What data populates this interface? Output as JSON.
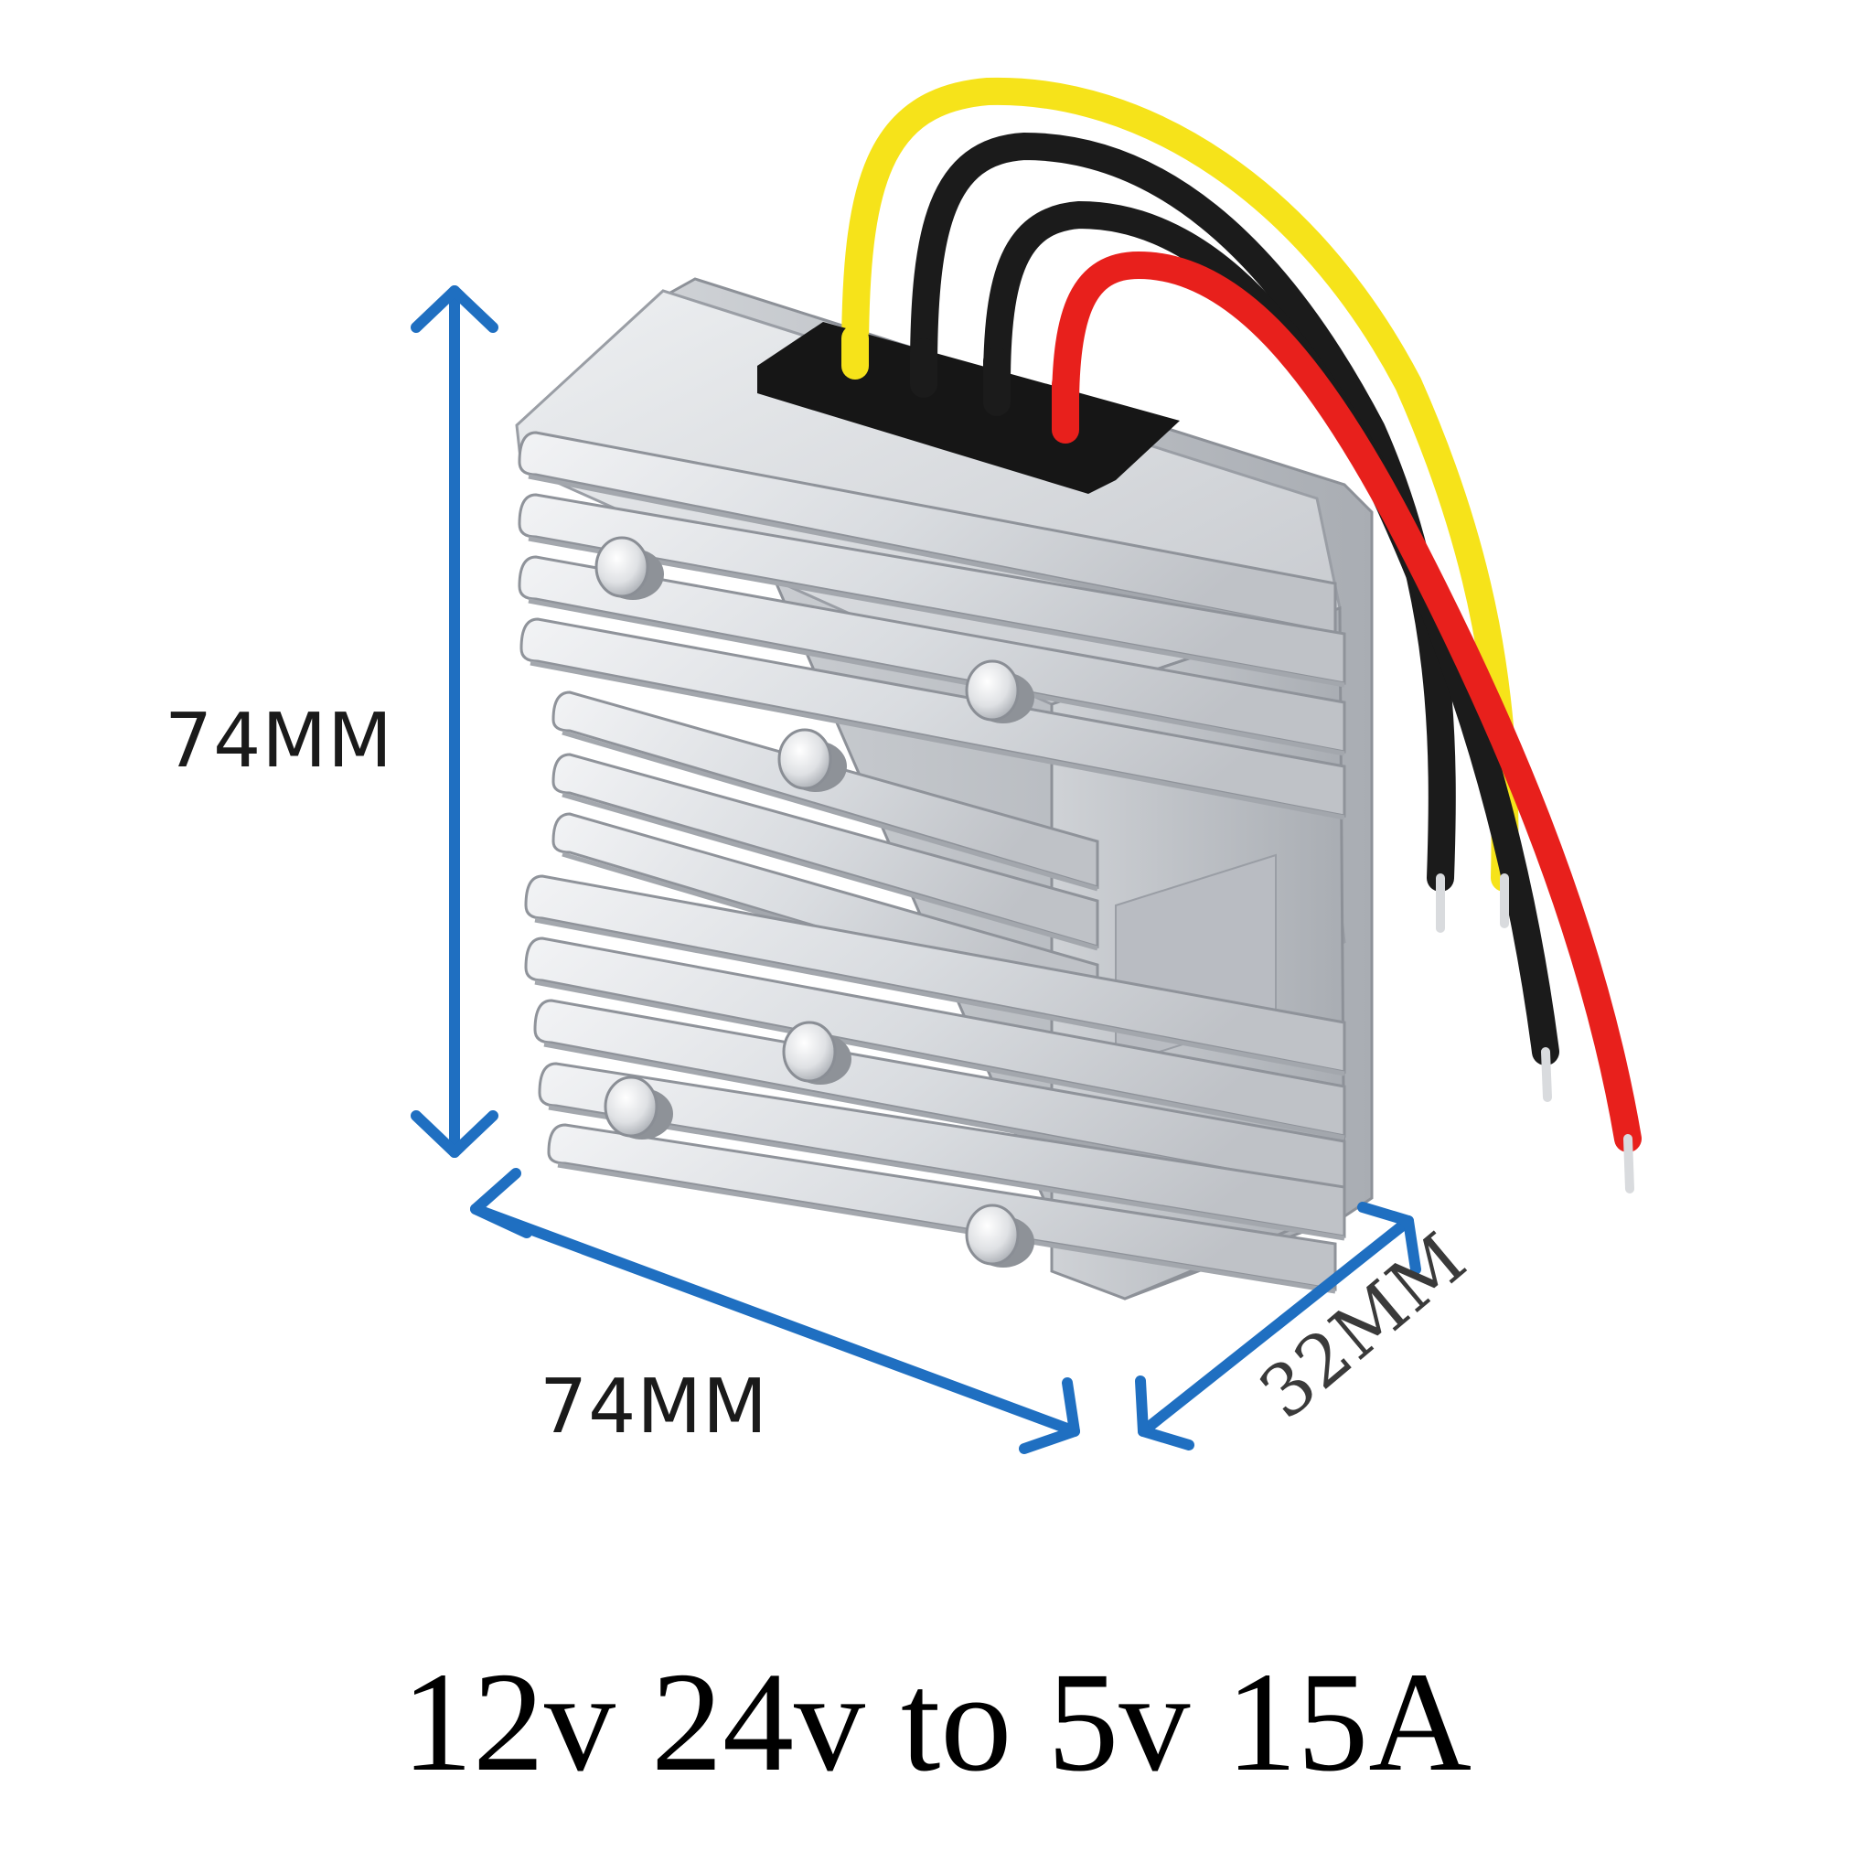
{
  "product": {
    "caption": "12v 24v to 5v 15A",
    "dimensions": {
      "height_label": "74MM",
      "width_label": "74MM",
      "depth_label": "32MM"
    },
    "wires": [
      "yellow",
      "black",
      "black",
      "red"
    ]
  },
  "colors": {
    "dimension_arrow": "#1f6fc1",
    "aluminum_light": "#e9ebee",
    "aluminum_mid": "#c9ccd1",
    "aluminum_dark": "#9a9ea5",
    "wire_yellow": "#f6e31a",
    "wire_black": "#1b1b1b",
    "wire_red": "#e8201c"
  },
  "icons": {
    "arrow": "double-headed-arrow-icon",
    "screw": "screw-head-icon"
  }
}
